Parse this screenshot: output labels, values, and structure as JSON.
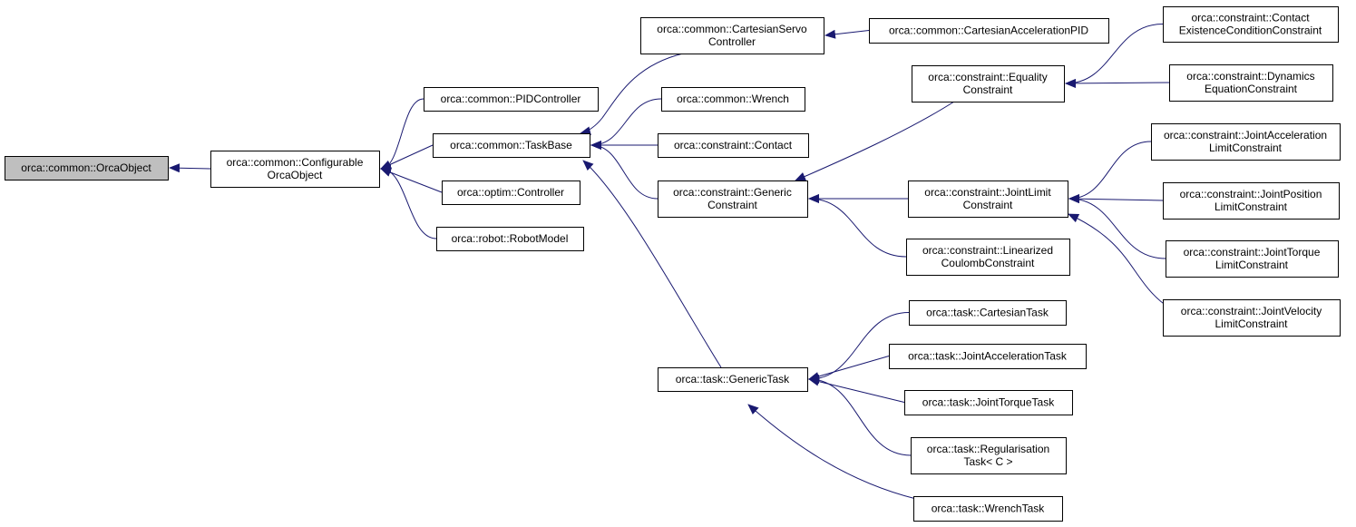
{
  "diagram": {
    "edge_color": "#191970",
    "root_fill": "#bfbfbf",
    "nodes": {
      "orca_object": [
        "orca::common::OrcaObject"
      ],
      "configurable": [
        "orca::common::Configurable",
        "OrcaObject"
      ],
      "pid_controller": [
        "orca::common::PIDController"
      ],
      "task_base": [
        "orca::common::TaskBase"
      ],
      "optim_controller": [
        "orca::optim::Controller"
      ],
      "robot_model": [
        "orca::robot::RobotModel"
      ],
      "cartesian_servo": [
        "orca::common::CartesianServo",
        "Controller"
      ],
      "wrench": [
        "orca::common::Wrench"
      ],
      "contact": [
        "orca::constraint::Contact"
      ],
      "generic_constraint": [
        "orca::constraint::Generic",
        "Constraint"
      ],
      "generic_task": [
        "orca::task::GenericTask"
      ],
      "cartesian_accel_pid": [
        "orca::common::CartesianAccelerationPID"
      ],
      "equality_constraint": [
        "orca::constraint::Equality",
        "Constraint"
      ],
      "joint_limit_constraint": [
        "orca::constraint::JointLimit",
        "Constraint"
      ],
      "linearized_coulomb": [
        "orca::constraint::Linearized",
        "CoulombConstraint"
      ],
      "cartesian_task": [
        "orca::task::CartesianTask"
      ],
      "joint_accel_task": [
        "orca::task::JointAccelerationTask"
      ],
      "joint_torque_task": [
        "orca::task::JointTorqueTask"
      ],
      "regularisation_task": [
        "orca::task::Regularisation",
        "Task< C >"
      ],
      "wrench_task": [
        "orca::task::WrenchTask"
      ],
      "contact_existence": [
        "orca::constraint::Contact",
        "ExistenceConditionConstraint"
      ],
      "dynamics_equation": [
        "orca::constraint::Dynamics",
        "EquationConstraint"
      ],
      "joint_accel_limit": [
        "orca::constraint::JointAcceleration",
        "LimitConstraint"
      ],
      "joint_position_limit": [
        "orca::constraint::JointPosition",
        "LimitConstraint"
      ],
      "joint_torque_limit": [
        "orca::constraint::JointTorque",
        "LimitConstraint"
      ],
      "joint_velocity_limit": [
        "orca::constraint::JointVelocity",
        "LimitConstraint"
      ]
    },
    "edges": [
      {
        "from": "configurable",
        "to": "orca_object"
      },
      {
        "from": "pid_controller",
        "to": "configurable"
      },
      {
        "from": "task_base",
        "to": "configurable"
      },
      {
        "from": "optim_controller",
        "to": "configurable"
      },
      {
        "from": "robot_model",
        "to": "configurable"
      },
      {
        "from": "cartesian_servo",
        "to": "task_base"
      },
      {
        "from": "wrench",
        "to": "task_base"
      },
      {
        "from": "contact",
        "to": "task_base"
      },
      {
        "from": "generic_constraint",
        "to": "task_base"
      },
      {
        "from": "generic_task",
        "to": "task_base"
      },
      {
        "from": "cartesian_accel_pid",
        "to": "cartesian_servo"
      },
      {
        "from": "equality_constraint",
        "to": "generic_constraint"
      },
      {
        "from": "joint_limit_constraint",
        "to": "generic_constraint"
      },
      {
        "from": "linearized_coulomb",
        "to": "generic_constraint"
      },
      {
        "from": "contact_existence",
        "to": "equality_constraint"
      },
      {
        "from": "dynamics_equation",
        "to": "equality_constraint"
      },
      {
        "from": "joint_accel_limit",
        "to": "joint_limit_constraint"
      },
      {
        "from": "joint_position_limit",
        "to": "joint_limit_constraint"
      },
      {
        "from": "joint_torque_limit",
        "to": "joint_limit_constraint"
      },
      {
        "from": "joint_velocity_limit",
        "to": "joint_limit_constraint"
      },
      {
        "from": "cartesian_task",
        "to": "generic_task"
      },
      {
        "from": "joint_accel_task",
        "to": "generic_task"
      },
      {
        "from": "joint_torque_task",
        "to": "generic_task"
      },
      {
        "from": "regularisation_task",
        "to": "generic_task"
      },
      {
        "from": "wrench_task",
        "to": "generic_task"
      }
    ]
  }
}
